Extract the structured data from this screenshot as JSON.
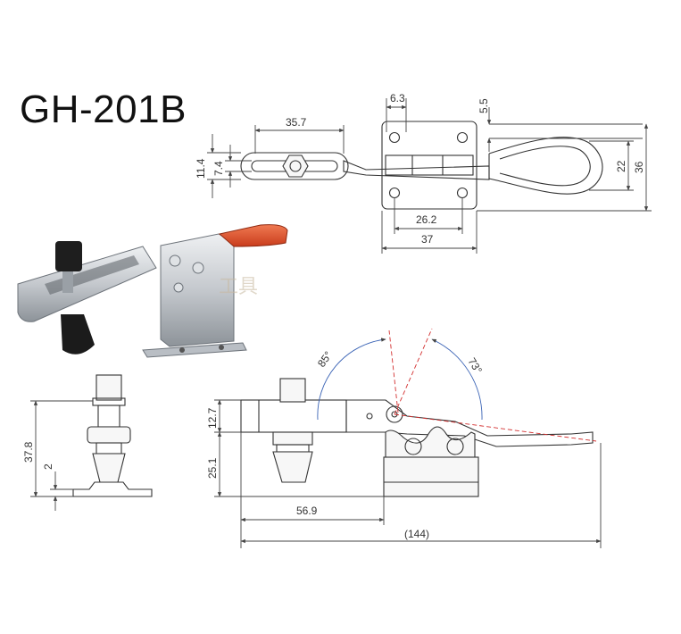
{
  "title": "GH-201B",
  "watermark": "工具",
  "colors": {
    "handle": "#e8552d",
    "metal": "#c9cdd2",
    "line": "#333333",
    "angle_line": "#d32f2f",
    "arc": "#3a63b5"
  },
  "top_view": {
    "d_6_3": "6.3",
    "d_5_5": "5.5",
    "d_35_7": "35.7",
    "d_11_4": "11.4",
    "d_7_4": "7.4",
    "d_22": "22",
    "d_36": "36",
    "d_26_2": "26.2",
    "d_37": "37"
  },
  "end_view": {
    "d_37_8": "37.8",
    "d_2": "2"
  },
  "side_view": {
    "a_85": "85°",
    "a_73": "73°",
    "d_12_7": "12.7",
    "d_25_1": "25.1",
    "d_56_9": "56.9",
    "d_144": "(144)"
  }
}
